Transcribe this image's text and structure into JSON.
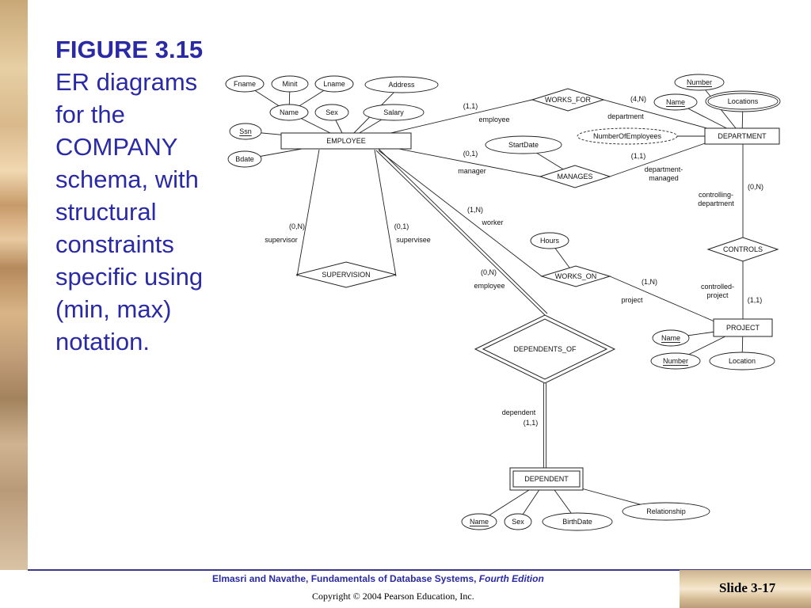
{
  "figure": {
    "number": "FIGURE 3.15",
    "description": "ER diagrams for the COMPANY schema, with structural constraints specific using (min, max) notation."
  },
  "footer": {
    "credit": "Elmasri and Navathe, Fundamentals of Database Systems,",
    "edition": "Fourth Edition",
    "copyright": "Copyright © 2004 Pearson Education, Inc.",
    "slide": "Slide 3-17"
  },
  "diagram": {
    "entities": [
      {
        "id": "employee",
        "label": "EMPLOYEE",
        "weak": false
      },
      {
        "id": "department",
        "label": "DEPARTMENT",
        "weak": false
      },
      {
        "id": "project",
        "label": "PROJECT",
        "weak": false
      },
      {
        "id": "dependent",
        "label": "DEPENDENT",
        "weak": true
      }
    ],
    "relationships": [
      {
        "id": "works_for",
        "label": "WORKS_FOR",
        "identifying": false
      },
      {
        "id": "manages",
        "label": "MANAGES",
        "identifying": false
      },
      {
        "id": "supervision",
        "label": "SUPERVISION",
        "identifying": false
      },
      {
        "id": "works_on",
        "label": "WORKS_ON",
        "identifying": false
      },
      {
        "id": "controls",
        "label": "CONTROLS",
        "identifying": false
      },
      {
        "id": "dependents_of",
        "label": "DEPENDENTS_OF",
        "identifying": true
      }
    ],
    "attributes": [
      {
        "id": "fname",
        "label": "Fname",
        "key": false,
        "multivalued": false,
        "derived": false
      },
      {
        "id": "minit",
        "label": "Minit",
        "key": false,
        "multivalued": false,
        "derived": false
      },
      {
        "id": "lname",
        "label": "Lname",
        "key": false,
        "multivalued": false,
        "derived": false
      },
      {
        "id": "address",
        "label": "Address",
        "key": false,
        "multivalued": false,
        "derived": false
      },
      {
        "id": "name_emp",
        "label": "Name",
        "key": false,
        "multivalued": false,
        "derived": false
      },
      {
        "id": "sex_emp",
        "label": "Sex",
        "key": false,
        "multivalued": false,
        "derived": false
      },
      {
        "id": "salary",
        "label": "Salary",
        "key": false,
        "multivalued": false,
        "derived": false
      },
      {
        "id": "ssn",
        "label": "Ssn",
        "key": true,
        "multivalued": false,
        "derived": false
      },
      {
        "id": "bdate",
        "label": "Bdate",
        "key": false,
        "multivalued": false,
        "derived": false
      },
      {
        "id": "number_dept",
        "label": "Number",
        "key": true,
        "multivalued": false,
        "derived": false
      },
      {
        "id": "name_dept",
        "label": "Name",
        "key": true,
        "multivalued": false,
        "derived": false
      },
      {
        "id": "locations",
        "label": "Locations",
        "key": false,
        "multivalued": true,
        "derived": false
      },
      {
        "id": "numberofemployees",
        "label": "NumberOfEmployees",
        "key": false,
        "multivalued": false,
        "derived": true
      },
      {
        "id": "startdate",
        "label": "StartDate",
        "key": false,
        "multivalued": false,
        "derived": false
      },
      {
        "id": "hours",
        "label": "Hours",
        "key": false,
        "multivalued": false,
        "derived": false
      },
      {
        "id": "name_proj",
        "label": "Name",
        "key": true,
        "multivalued": false,
        "derived": false
      },
      {
        "id": "number_proj",
        "label": "Number",
        "key": true,
        "multivalued": false,
        "derived": false
      },
      {
        "id": "location_proj",
        "label": "Location",
        "key": false,
        "multivalued": false,
        "derived": false
      },
      {
        "id": "relationship",
        "label": "Relationship",
        "key": false,
        "multivalued": false,
        "derived": false
      },
      {
        "id": "name_dep",
        "label": "Name",
        "key": true,
        "multivalued": false,
        "derived": false
      },
      {
        "id": "sex_dep",
        "label": "Sex",
        "key": false,
        "multivalued": false,
        "derived": false
      },
      {
        "id": "birthdate",
        "label": "BirthDate",
        "key": false,
        "multivalued": false,
        "derived": false
      }
    ],
    "links": [
      {
        "from": "fname",
        "to": "name_emp"
      },
      {
        "from": "minit",
        "to": "name_emp"
      },
      {
        "from": "lname",
        "to": "name_emp"
      },
      {
        "from": "name_emp",
        "to": "employee"
      },
      {
        "from": "sex_emp",
        "to": "employee"
      },
      {
        "from": "salary",
        "to": "employee"
      },
      {
        "from": "address",
        "to": "employee"
      },
      {
        "from": "ssn",
        "to": "employee"
      },
      {
        "from": "bdate",
        "to": "employee"
      },
      {
        "from": "number_dept",
        "to": "department"
      },
      {
        "from": "name_dept",
        "to": "department"
      },
      {
        "from": "locations",
        "to": "department"
      },
      {
        "from": "numberofemployees",
        "to": "department"
      },
      {
        "from": "startdate",
        "to": "manages"
      },
      {
        "from": "hours",
        "to": "works_on"
      },
      {
        "from": "name_proj",
        "to": "project"
      },
      {
        "from": "number_proj",
        "to": "project"
      },
      {
        "from": "location_proj",
        "to": "project"
      },
      {
        "from": "name_dep",
        "to": "dependent"
      },
      {
        "from": "sex_dep",
        "to": "dependent"
      },
      {
        "from": "birthdate",
        "to": "dependent"
      },
      {
        "from": "relationship",
        "to": "dependent"
      },
      {
        "from": "employee",
        "to": "works_for",
        "cardinality": "(1,1)",
        "role": "employee"
      },
      {
        "from": "works_for",
        "to": "department",
        "cardinality": "(4,N)",
        "role": "department"
      },
      {
        "from": "employee",
        "to": "manages",
        "cardinality": "(0,1)",
        "role": "manager"
      },
      {
        "from": "manages",
        "to": "department",
        "cardinality": "(1,1)",
        "role": "department-managed"
      },
      {
        "from": "employee",
        "to": "supervision",
        "cardinality": "(0,N)",
        "role": "supervisor"
      },
      {
        "from": "employee",
        "to": "supervision",
        "cardinality": "(0,1)",
        "role": "supervisee"
      },
      {
        "from": "employee",
        "to": "works_on",
        "cardinality": "(1,N)",
        "role": "worker"
      },
      {
        "from": "works_on",
        "to": "project",
        "cardinality": "(1,N)",
        "role": "project"
      },
      {
        "from": "department",
        "to": "controls",
        "cardinality": "(0,N)",
        "role": "controlling-department"
      },
      {
        "from": "controls",
        "to": "project",
        "cardinality": "(1,1)",
        "role": "controlled-project"
      },
      {
        "from": "employee",
        "to": "dependents_of",
        "cardinality": "(0,N)",
        "role": "employee"
      },
      {
        "from": "dependents_of",
        "to": "dependent",
        "cardinality": "(1,1)",
        "role": "dependent"
      }
    ]
  }
}
